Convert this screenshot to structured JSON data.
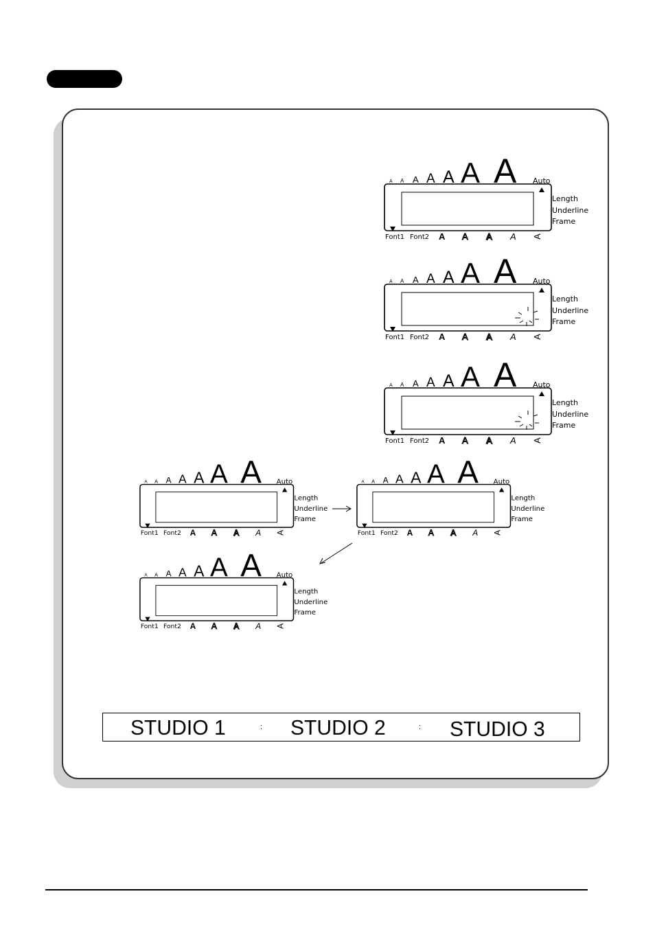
{
  "lcd": {
    "size_glyph": "A",
    "auto_label": "Auto",
    "side_labels": [
      "Length",
      "Underline",
      "Frame"
    ],
    "font1_label": "Font1",
    "font2_label": "Font2",
    "style_glyph": "A"
  },
  "studio": {
    "item1": "STUDIO 1",
    "item2": "STUDIO 2",
    "item3": "STUDIO 3",
    "separator": ":"
  }
}
